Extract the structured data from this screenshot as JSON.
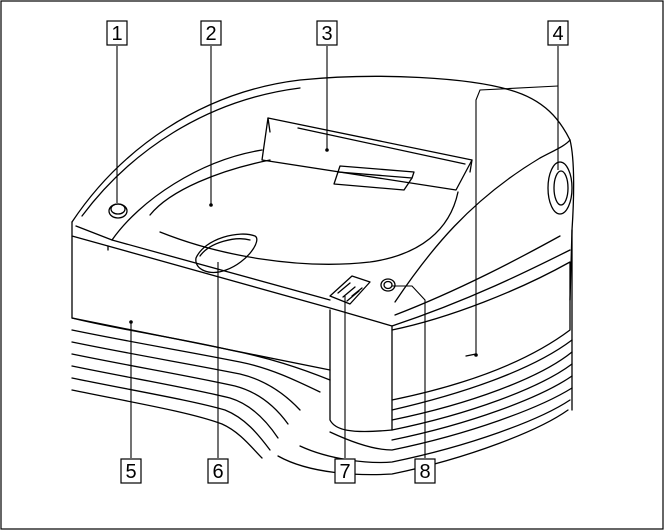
{
  "callouts": [
    {
      "number": "1",
      "part": "power-button"
    },
    {
      "number": "2",
      "part": "top-cover"
    },
    {
      "number": "3",
      "part": "print-output-slot"
    },
    {
      "number": "4",
      "part": "side-panel-dial"
    },
    {
      "number": "5",
      "part": "front-panel"
    },
    {
      "number": "6",
      "part": "cover-open-lever"
    },
    {
      "number": "7",
      "part": "indicator-lamps"
    },
    {
      "number": "8",
      "part": "small-button"
    }
  ],
  "colors": {
    "line": "#000000",
    "background": "#ffffff",
    "label_box_fill": "#ffffff"
  }
}
